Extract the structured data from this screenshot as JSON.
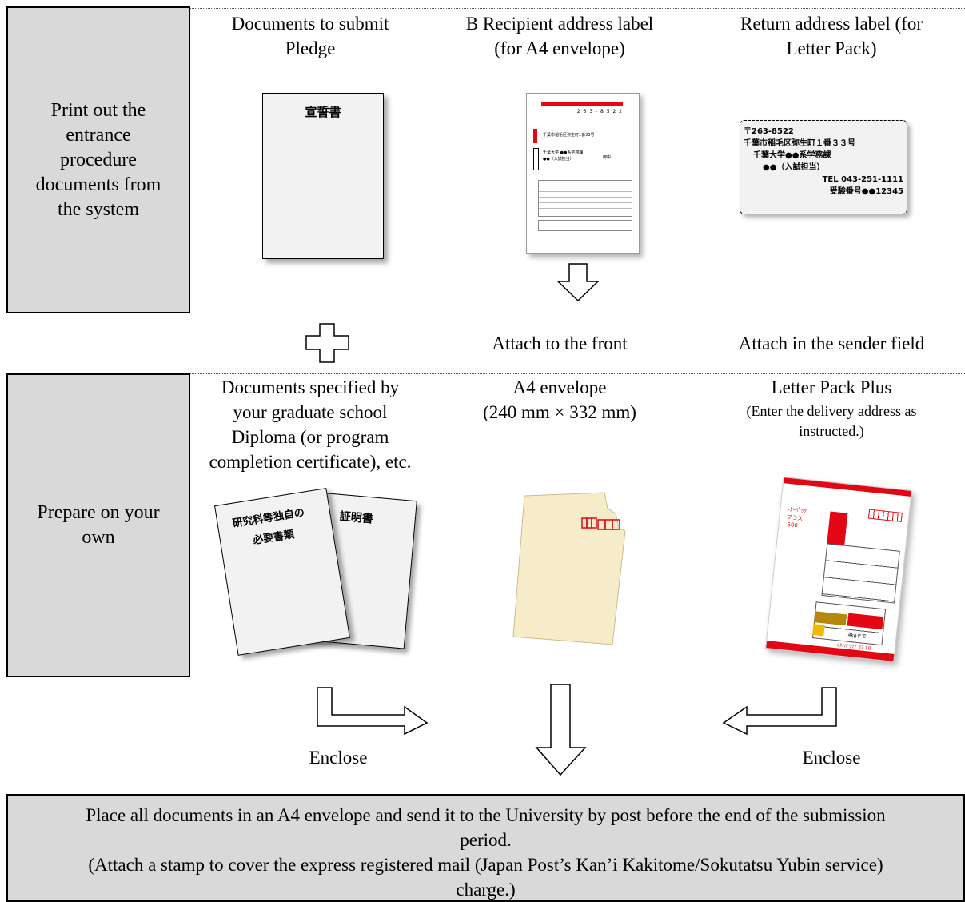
{
  "row1": {
    "side_label": "Print out the entrance procedure documents from the system",
    "col1": {
      "line1": "Documents to submit",
      "line2": "Pledge"
    },
    "col2": {
      "line1": "B Recipient address label",
      "line2": "(for A4 envelope)"
    },
    "col3": {
      "line1": "Return address label (for",
      "line2": "Letter Pack)"
    }
  },
  "pledge_doc": {
    "title": "宣誓書"
  },
  "label_sheet": {
    "postal": "2 6 3 - 8 5 2 2",
    "address": "千葉市稲毛区弥生町1番33号",
    "recipient": "千葉大学 ●●系学務課",
    "recipient_sub": "●●（入試担当）",
    "honorific": "御中"
  },
  "return_label": {
    "postal": "〒263-8522",
    "address": "千葉市稲毛区弥生町１番３３号",
    "org": "千葉大学●●系学務課",
    "dept": "●●（入試担当）",
    "tel": "TEL 043-251-1111",
    "exam_no": "受験番号●●12345"
  },
  "middle": {
    "attach_front": "Attach to the front",
    "attach_sender": "Attach in the sender field"
  },
  "row2": {
    "side_label": "Prepare on your own",
    "col1": {
      "line1": "Documents specified by",
      "line2": "your graduate school",
      "line3": "Diploma (or program",
      "line4": "completion certificate), etc."
    },
    "col2": {
      "line1": "A4 envelope",
      "line2": "(240 mm × 332 mm)"
    },
    "col3": {
      "line1": "Letter Pack Plus",
      "line2": "(Enter the delivery address as",
      "line3": "instructed.)"
    }
  },
  "papers": {
    "doc_a_line1": "研究科等独自の",
    "doc_a_line2": "必要書類",
    "doc_b": "証明書"
  },
  "letter_pack": {
    "brand_line1": "ﾚﾀｰﾊﾟｯｸ",
    "brand_line2": "プラス",
    "price": "600",
    "weight": "4kgまで",
    "footer": "ﾚﾀｰﾊﾟｯｸﾌﾟﾗｽ 10"
  },
  "arrows": {
    "enclose_left": "Enclose",
    "enclose_right": "Enclose"
  },
  "bottom": {
    "line1": "Place all documents in an A4 envelope and send it to the University by post before the end of the submission",
    "line2": "period.",
    "line3": "(Attach a stamp to cover the express registered mail (Japan Post’s Kan’i Kakitome/Sokutatsu Yubin service)",
    "line4": "charge.)"
  },
  "colors": {
    "panel_gray": "#d9d9d9",
    "postal_red": "#e30613",
    "envelope": "#f7ecca"
  }
}
